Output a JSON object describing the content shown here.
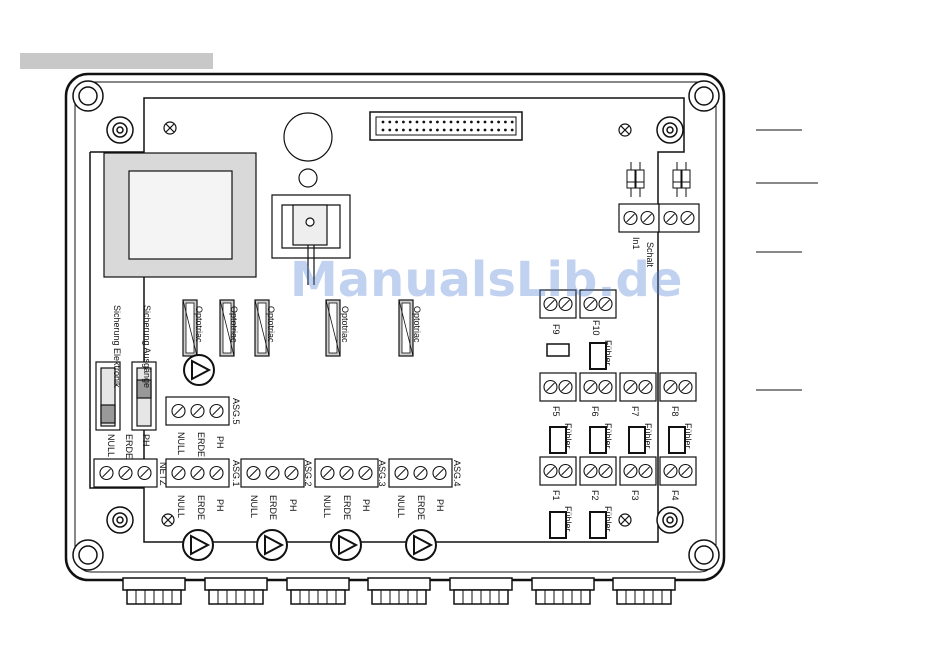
{
  "watermark": "ManualsLib.de",
  "terminal_blocks": {
    "netz": "NETZ",
    "asg1": "ASG.1",
    "asg2": "ASG.2",
    "asg3": "ASG.3",
    "asg4": "ASG.4",
    "asg5": "ASG.5"
  },
  "wire_labels": {
    "null": "NULL",
    "erde": "ERDE",
    "ph": "PH"
  },
  "fuses": {
    "sicherung_ausgaenge": "Sicherung Ausgänge",
    "sicherung_elektronik": "Sicherung Elektronik"
  },
  "optotriac_label": "Optotriac",
  "inputs": {
    "in1": "In1",
    "schalt": "Schalt",
    "f1": "F1",
    "f2": "F2",
    "f3": "F3",
    "f4": "F4",
    "f5": "F5",
    "f6": "F6",
    "f7": "F7",
    "f8": "F8",
    "f9": "F9",
    "f10": "F10",
    "fuehler": "Fühler"
  }
}
